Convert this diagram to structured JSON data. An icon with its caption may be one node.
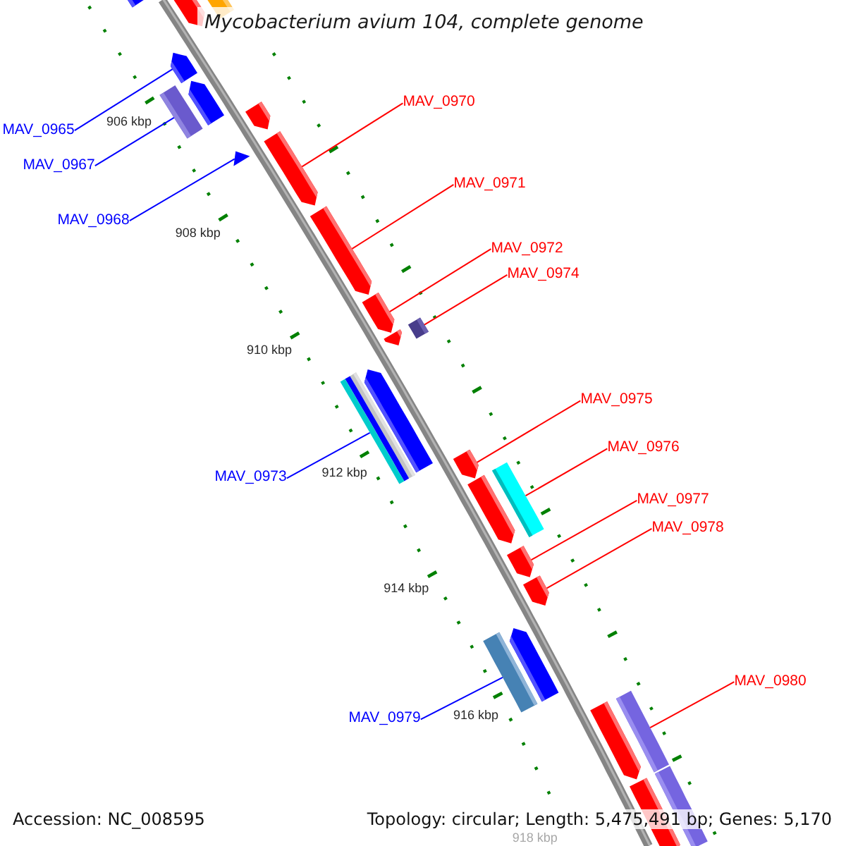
{
  "diagram": {
    "title": "Mycobacterium avium 104, complete genome",
    "nodes": [
      {
        "text": [
          "MAV_0970"
        ]
      },
      {
        "text": [
          "MAV_0965"
        ]
      },
      {
        "text": [
          "MAV_0967"
        ]
      },
      {
        "text": [
          "MAV_0971"
        ]
      },
      {
        "text": [
          "MAV_0968"
        ]
      },
      {
        "text": [
          "MAV_0972"
        ]
      },
      {
        "text": [
          "MAV_0974"
        ]
      },
      {
        "text": [
          "MAV_0975"
        ]
      },
      {
        "text": [
          "MAV_0976"
        ]
      },
      {
        "text": [
          "MAV_0973"
        ]
      },
      {
        "text": [
          "MAV_0977"
        ]
      },
      {
        "text": [
          "MAV_0978"
        ]
      },
      {
        "text": [
          "MAV_0980"
        ]
      },
      {
        "text": [
          "MAV_0979"
        ]
      },
      {
        "text": [],
        "shape": "pentagon"
      },
      {
        "text": [],
        "shape": "pentagon"
      },
      {
        "text": [],
        "shape": "bar"
      },
      {
        "text": [],
        "shape": "pentagon"
      },
      {
        "text": [],
        "shape": "pentagon"
      },
      {
        "text": [],
        "shape": "bar"
      },
      {
        "text": [],
        "shape": "pentagon"
      },
      {
        "text": [],
        "shape": "triangle"
      },
      {
        "text": [],
        "shape": "pentagon"
      },
      {
        "text": [],
        "shape": "pentagon"
      },
      {
        "text": [],
        "shape": "pentagon"
      },
      {
        "text": [],
        "shape": "box"
      },
      {
        "text": [],
        "shape": "pentagon"
      },
      {
        "text": [],
        "shape": "pentagon"
      },
      {
        "text": [],
        "shape": "bar"
      },
      {
        "text": [],
        "shape": "pentagon"
      },
      {
        "text": [],
        "shape": "bar"
      },
      {
        "text": [],
        "shape": "pentagon"
      },
      {
        "text": [],
        "shape": "pentagon"
      },
      {
        "text": [],
        "shape": "pentagon"
      },
      {
        "text": [],
        "shape": "pentagon"
      },
      {
        "text": [],
        "shape": "bar"
      },
      {
        "text": [],
        "shape": "bar"
      },
      {
        "text": [],
        "shape": "pentagon"
      },
      {
        "text": [],
        "shape": "bar"
      },
      {
        "text": [],
        "shape": "pentagon"
      }
    ],
    "edges": [
      {
        "from": 0,
        "to": 22,
        "arrow": "none"
      },
      {
        "from": 1,
        "to": 17,
        "arrow": "none",
        "color": "#0000ff"
      },
      {
        "from": 2,
        "to": 19,
        "arrow": "none",
        "color": "#0000ff"
      },
      {
        "from": 3,
        "to": 23,
        "arrow": "none"
      },
      {
        "from": 4,
        "to": 21,
        "arrow": "none",
        "color": "#0000ff"
      },
      {
        "from": 5,
        "to": 24,
        "arrow": "none"
      },
      {
        "from": 6,
        "to": 25,
        "arrow": "none"
      },
      {
        "from": 7,
        "to": 29,
        "arrow": "none"
      },
      {
        "from": 8,
        "to": 30,
        "arrow": "none"
      },
      {
        "from": 9,
        "to": 28,
        "arrow": "none",
        "color": "#0000ff"
      },
      {
        "from": 10,
        "to": 32,
        "arrow": "none"
      },
      {
        "from": 11,
        "to": 33,
        "arrow": "none"
      },
      {
        "from": 12,
        "to": 36,
        "arrow": "none"
      },
      {
        "from": 13,
        "to": 35,
        "arrow": "none",
        "color": "#0000ff"
      }
    ],
    "labels": [
      "906 kbp",
      "908 kbp",
      "910 kbp",
      "912 kbp",
      "914 kbp",
      "916 kbp",
      "918 kbp",
      "Accession: NC_008595",
      "Topology: circular; Length: 5,475,491 bp; Genes: 5,170"
    ]
  }
}
